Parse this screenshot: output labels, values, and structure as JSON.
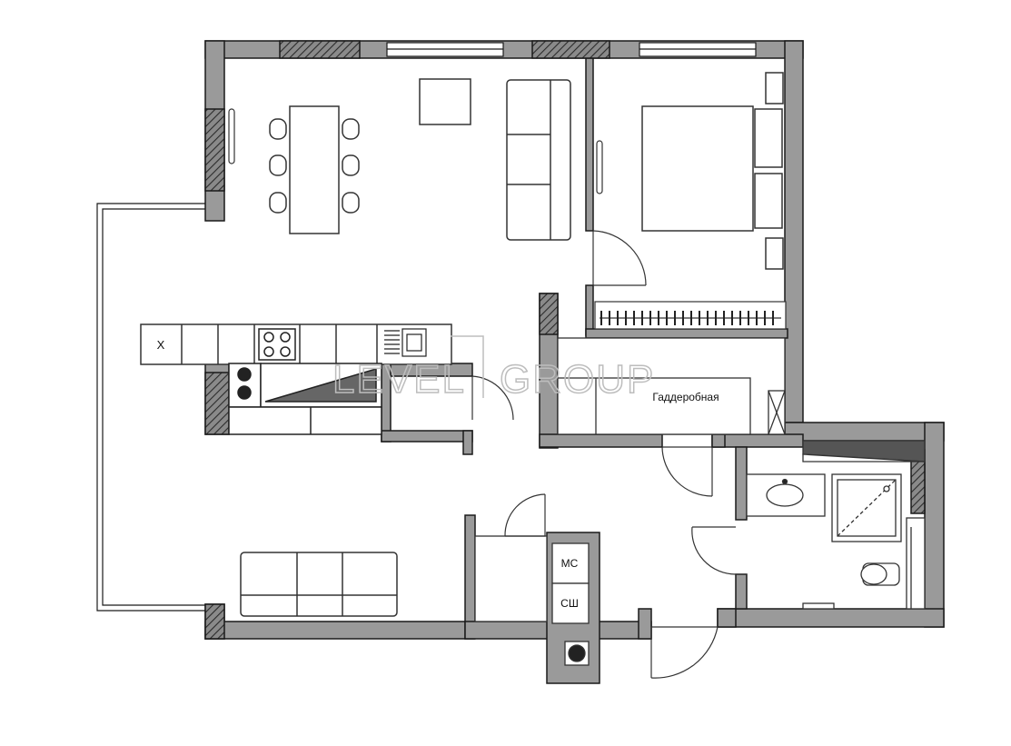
{
  "labels": {
    "wardrobe": "Гаддеробная",
    "kitchen_mark": "Х",
    "washer_mark": "МС",
    "dryer_mark": "СШ"
  },
  "watermark": {
    "left": "LEVEL",
    "right": "GROUP"
  },
  "colors": {
    "wall_fill": "#9a9a9a",
    "wall_stroke": "#1a1a1a",
    "hatch": "#444444",
    "furniture": "#333333",
    "watermark": "#bdbdbd"
  }
}
